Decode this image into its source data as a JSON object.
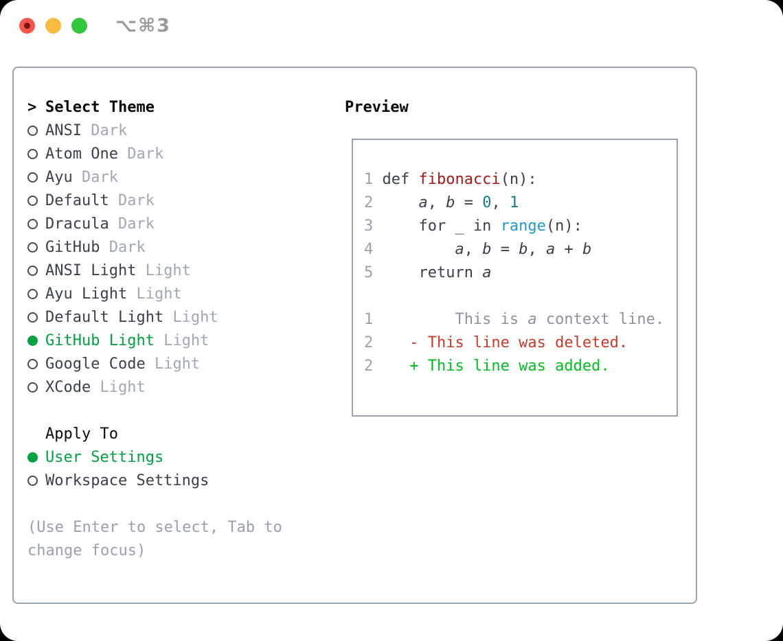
{
  "window": {
    "title": "⌥⌘3",
    "traffic_lights": [
      "close",
      "minimize",
      "zoom"
    ]
  },
  "colors": {
    "selection_green": "#00a33f",
    "added_green": "#00c020",
    "deleted_red": "#cd3a28",
    "function_red": "#a61a17",
    "number_teal": "#0d7f8b",
    "builtin_blue": "#1f9ad6",
    "text_dark": "#39414b",
    "muted_gray": "#98a2ae",
    "border_gray": "#99a3ad"
  },
  "left": {
    "prompt": ">",
    "header": "Select Theme",
    "themes": [
      {
        "name": "ANSI",
        "variant": "Dark",
        "selected": false
      },
      {
        "name": "Atom One",
        "variant": "Dark",
        "selected": false
      },
      {
        "name": "Ayu",
        "variant": "Dark",
        "selected": false
      },
      {
        "name": "Default",
        "variant": "Dark",
        "selected": false
      },
      {
        "name": "Dracula",
        "variant": "Dark",
        "selected": false
      },
      {
        "name": "GitHub",
        "variant": "Dark",
        "selected": false
      },
      {
        "name": "ANSI Light",
        "variant": "Light",
        "selected": false
      },
      {
        "name": "Ayu Light",
        "variant": "Light",
        "selected": false
      },
      {
        "name": "Default Light",
        "variant": "Light",
        "selected": false
      },
      {
        "name": "GitHub Light",
        "variant": "Light",
        "selected": true
      },
      {
        "name": "Google Code",
        "variant": "Light",
        "selected": false
      },
      {
        "name": "XCode",
        "variant": "Light",
        "selected": false
      }
    ],
    "apply_header": "Apply To",
    "apply_options": [
      {
        "label": "User Settings",
        "selected": true
      },
      {
        "label": "Workspace Settings",
        "selected": false
      }
    ],
    "hint_lines": [
      "(Use Enter to select, Tab to",
      "change focus)"
    ]
  },
  "preview": {
    "header": "Preview",
    "code_lines": [
      {
        "num": "1",
        "segments": [
          {
            "t": "def ",
            "s": "plain"
          },
          {
            "t": "fibonacci",
            "s": "fn"
          },
          {
            "t": "(n):",
            "s": "plain"
          }
        ]
      },
      {
        "num": "2",
        "segments": [
          {
            "t": "    ",
            "s": "plain"
          },
          {
            "t": "a",
            "s": "var"
          },
          {
            "t": ", ",
            "s": "plain"
          },
          {
            "t": "b",
            "s": "var"
          },
          {
            "t": " = ",
            "s": "plain"
          },
          {
            "t": "0",
            "s": "num"
          },
          {
            "t": ", ",
            "s": "plain"
          },
          {
            "t": "1",
            "s": "num"
          }
        ]
      },
      {
        "num": "3",
        "segments": [
          {
            "t": "    for _ in ",
            "s": "plain"
          },
          {
            "t": "range",
            "s": "builtin"
          },
          {
            "t": "(n):",
            "s": "plain"
          }
        ]
      },
      {
        "num": "4",
        "segments": [
          {
            "t": "        ",
            "s": "plain"
          },
          {
            "t": "a",
            "s": "var"
          },
          {
            "t": ", ",
            "s": "plain"
          },
          {
            "t": "b",
            "s": "var"
          },
          {
            "t": " = ",
            "s": "plain"
          },
          {
            "t": "b",
            "s": "var"
          },
          {
            "t": ", ",
            "s": "plain"
          },
          {
            "t": "a",
            "s": "var"
          },
          {
            "t": " + ",
            "s": "plain"
          },
          {
            "t": "b",
            "s": "var"
          }
        ]
      },
      {
        "num": "5",
        "segments": [
          {
            "t": "    return ",
            "s": "plain"
          },
          {
            "t": "a",
            "s": "var"
          }
        ]
      },
      {
        "num": "",
        "segments": []
      },
      {
        "num": "1",
        "segments": [
          {
            "t": "        This is ",
            "s": "ctx"
          },
          {
            "t": "a",
            "s": "ctxvar"
          },
          {
            "t": " context line.",
            "s": "ctx"
          }
        ]
      },
      {
        "num": "2",
        "segments": [
          {
            "t": "   - This line was deleted.",
            "s": "del"
          }
        ]
      },
      {
        "num": "2",
        "segments": [
          {
            "t": "   + This line was added.",
            "s": "add"
          }
        ]
      }
    ]
  }
}
